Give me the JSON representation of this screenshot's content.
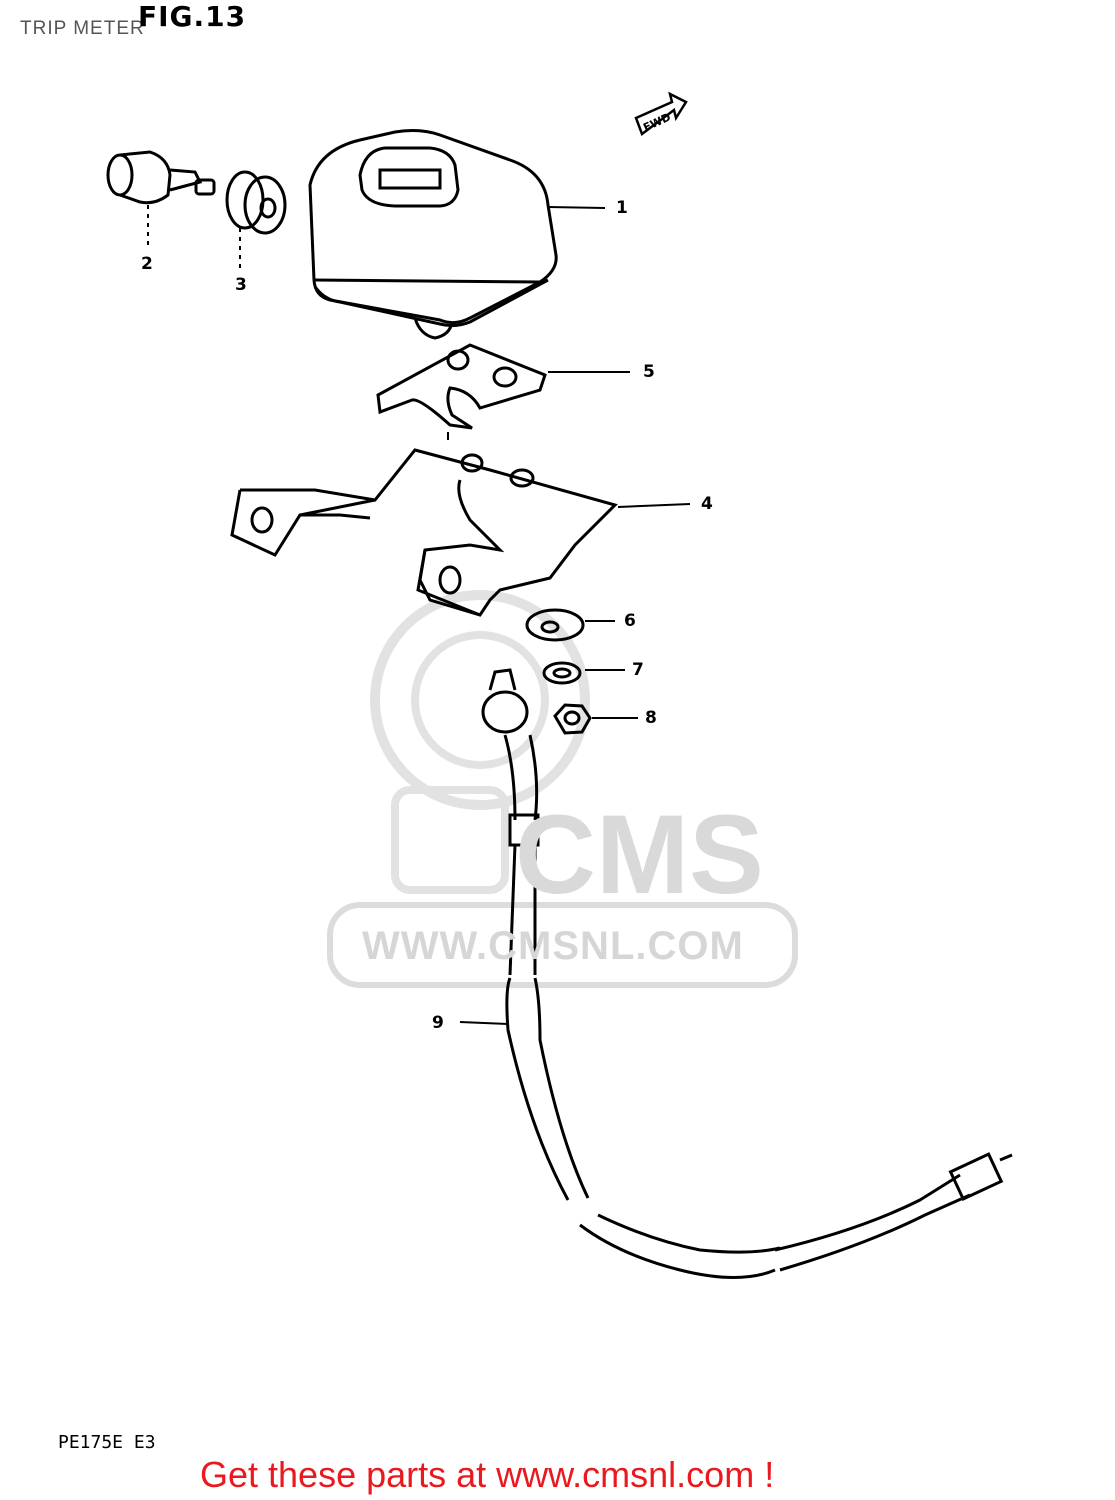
{
  "header": {
    "page_title": "TRIP METER",
    "figure_label": "FIG.13"
  },
  "watermark": {
    "brand": "CMS",
    "url": "WWW.CMSNL.COM"
  },
  "diagram": {
    "fwd_marker": "FWD",
    "callouts": [
      "1",
      "2",
      "3",
      "4",
      "5",
      "6",
      "7",
      "8",
      "9"
    ]
  },
  "model_code": "PE175E E3",
  "footer": {
    "link_text": "Get these parts at www.cmsnl.com !"
  }
}
